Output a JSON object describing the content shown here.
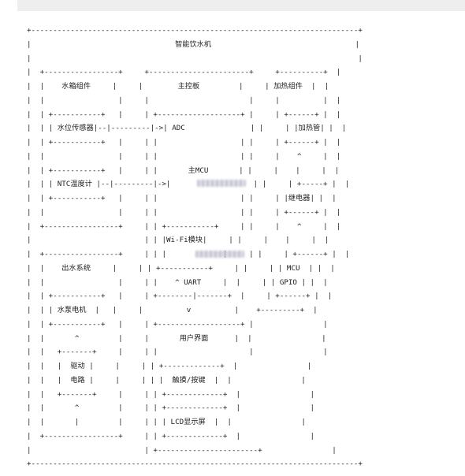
{
  "diagram": {
    "lines": [
      "+---------------------------------------------------------------------------+",
      "|                                 智能饮水机                                 |",
      "|                                                                           |",
      "|  +-----------------+     +-----------------------+     +----------+  |",
      "|  |    水箱组件     |     |        主控板         |     | 加热组件  |  |",
      "|  |                 |     |                       |     |          |  |",
      "|  | +-----------+   |     | +-------------------+ |     | +------+ |  |",
      "|  | | 水位传感器|--|---------|->| ADC               | |     | |加热管| |  |",
      "|  | +-----------+   |     | |                   | |     | +------+ |  |",
      "|  |                 |     | |                   | |     |    ^     |  |",
      "|  | +-----------+   |     | |       主MCU       | |     |    |     |  |",
      "|  | | NTC温度计 |--|---------|->|                   | |     | +-----+ |  |",
      "|  | +-----------+   |     | |                   | |     | |继电器| |  |",
      "|  |                 |     | |                   | |     | +------+ |  |",
      "|  +-----------------+     | | +-----------+     | |     |    ^     |  |",
      "|                          | | |Wi-Fi模块|     | |     |    |     |  |",
      "|  +-----------------+     | | |             |     | |     | +------+ |  |",
      "|  |    出水系统     |     | | +-----------+     | |     | | MCU  | |  |",
      "|  |                 |     | |    ^ UART     |  |     | | GPIO | |  |",
      "|  | +-----------+   |     | +--------|-------+  |     | +------+ |  |",
      "|  | | 水泵电机  |   |     |          v          |    +---------+  |",
      "|  | +-----------+   |     | +-------------------+ |                |",
      "|  |       ^         |     |       用户界面      |  |                |",
      "|  |   +-------+     |     | |                     |                |",
      "|  |   |  驱动 |     |     | | +-------------+  |                |",
      "|  |   |  电路 |     |     | | |  触摸/按键  |  |                |",
      "|  |   +-------+     |     | | +-------------+  |                |",
      "|  |       ^         |     | | +-------------+  |                |",
      "|  |       |         |     | | | LCD显示屏  |  |                |",
      "|  +-----------------+     | | +-------------+  |                |",
      "|                          | +-----------------------+                |",
      "+---------------------------------------------------------------------------+"
    ]
  }
}
